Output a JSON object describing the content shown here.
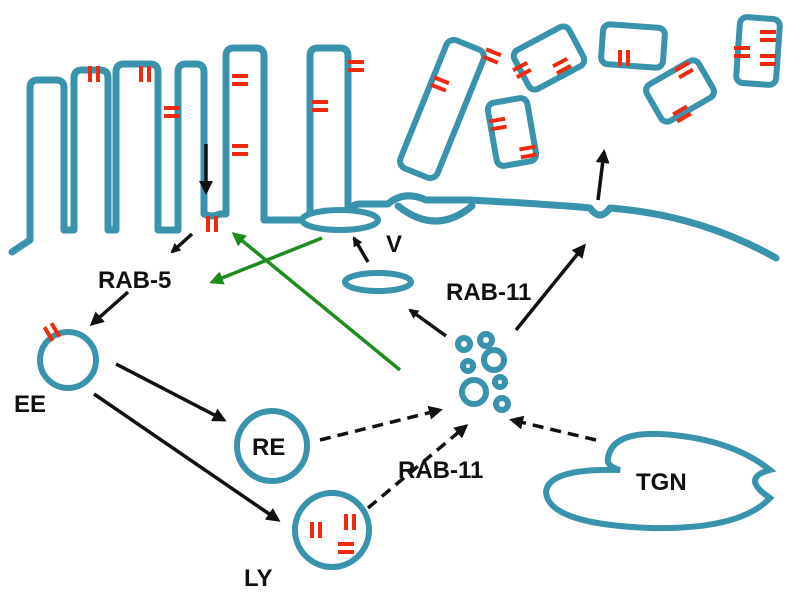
{
  "colors": {
    "membrane": "#3a93ac",
    "cargo": "#ee2a10",
    "arrow": "#111111",
    "recycling_arrow": "#1e8c1e"
  },
  "labels": {
    "rab5": "RAB-5",
    "ee": "EE",
    "re": "RE",
    "ly": "LY",
    "v": "V",
    "rab11_upper": "RAB-11",
    "rab11_lower": "RAB-11",
    "tgn": "TGN"
  }
}
